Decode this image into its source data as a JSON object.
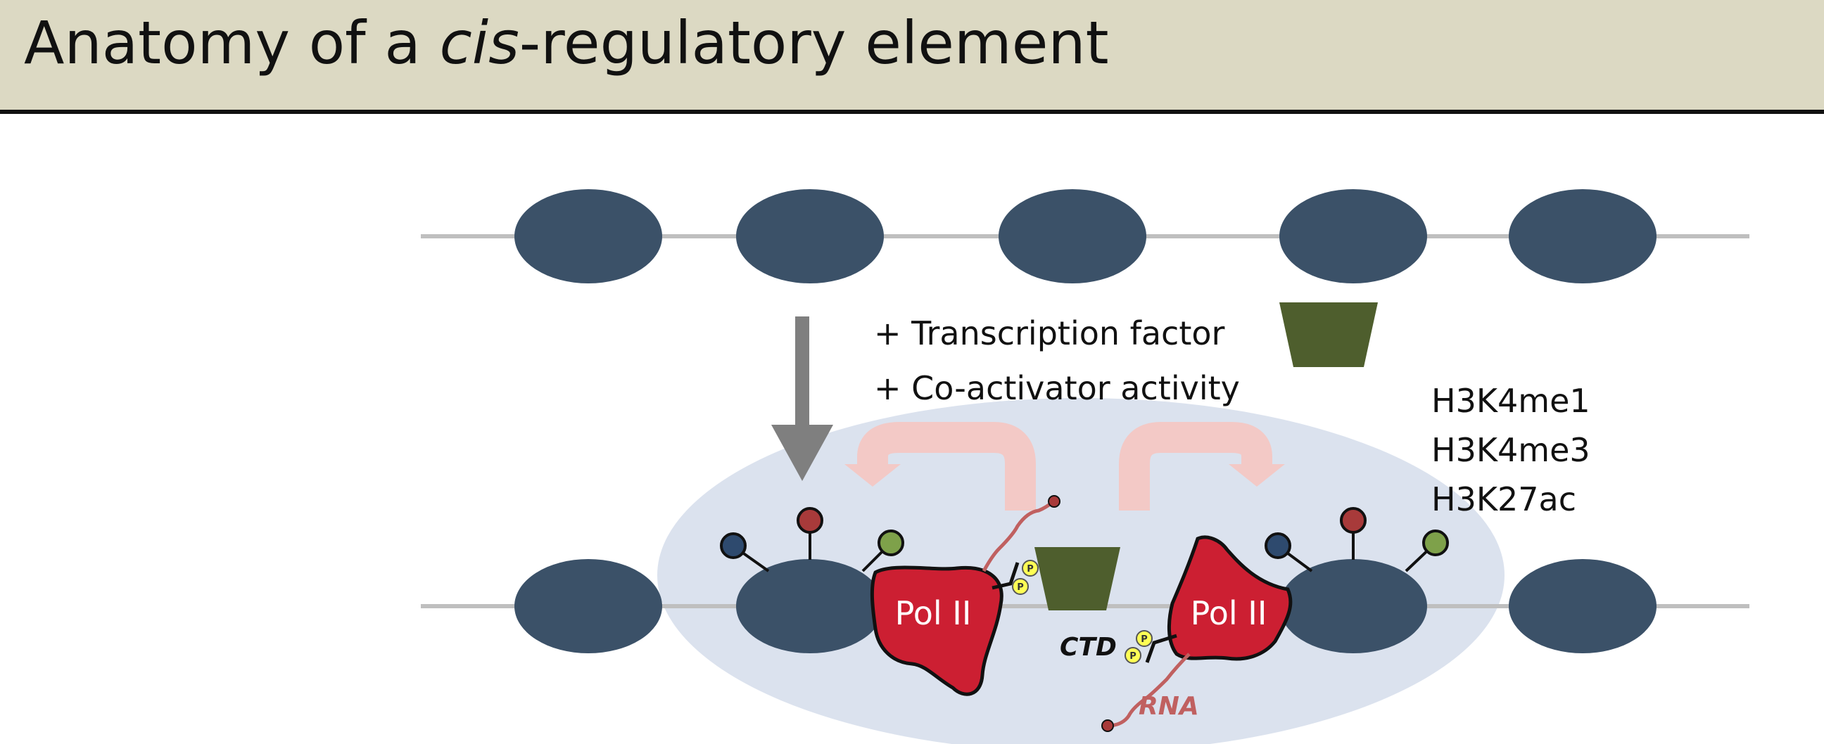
{
  "slide": {
    "title_prefix": "Anatomy of a ",
    "title_italic": "cis",
    "title_suffix": "-regulatory element"
  },
  "diagram": {
    "step_labels": [
      "+ Transcription factor",
      "+ Co-activator activity"
    ],
    "histone_marks": [
      "H3K4me1",
      "H3K4me3",
      "H3K27ac"
    ],
    "pol_label": "Pol II",
    "ctd_label": "CTD",
    "rna_label": "RNA",
    "phospho_label": "P",
    "colors": {
      "nucleosome": "#3b5168",
      "dna": "#bfbfbf",
      "region": "#dbe2ee",
      "tf": "#4e5e2d",
      "pol": "#cc1f32",
      "rna": "#c06060",
      "arrow_down": "#7f7f7f",
      "curved_arrow": "#f3c9c6",
      "mark_blue": "#2e4a6e",
      "mark_red": "#a83a3a",
      "mark_green": "#7ea14a",
      "phospho": "#ffff55"
    }
  }
}
